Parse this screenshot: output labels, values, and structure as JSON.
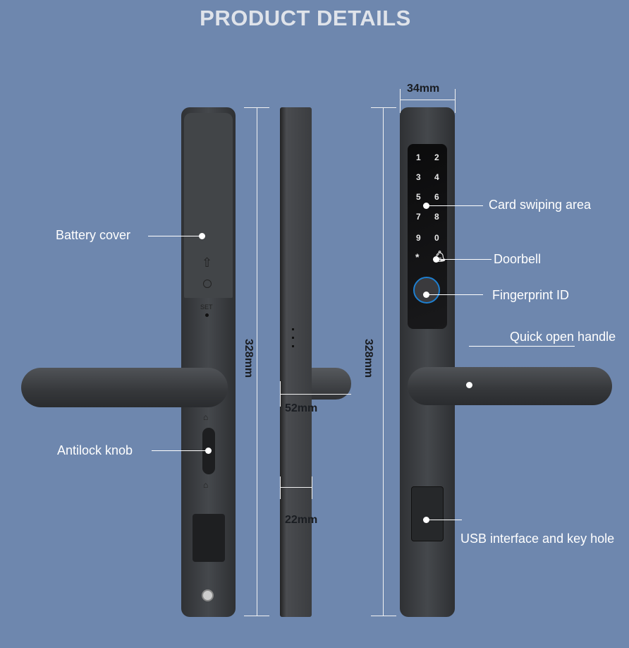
{
  "title": "PRODUCT DETAILS",
  "callouts": {
    "battery_cover": "Battery cover",
    "antilock_knob": "Antilock knob",
    "card_swiping_area": "Card swiping area",
    "doorbell": "Doorbell",
    "fingerprint_id": "Fingerprint ID",
    "quick_open_handle": "Quick open handle",
    "usb_interface": "USB interface and key hole"
  },
  "dimensions": {
    "height_left": "328mm",
    "height_right": "328mm",
    "width": "34mm",
    "handle_depth": "52mm",
    "thickness": "22mm"
  },
  "keypad": [
    "1",
    "2",
    "3",
    "4",
    "5",
    "6",
    "7",
    "8",
    "9",
    "0",
    "*"
  ],
  "set_label": "SET",
  "colors": {
    "background": "#6e87ae",
    "lock_body": "#3a3c3f"
  }
}
